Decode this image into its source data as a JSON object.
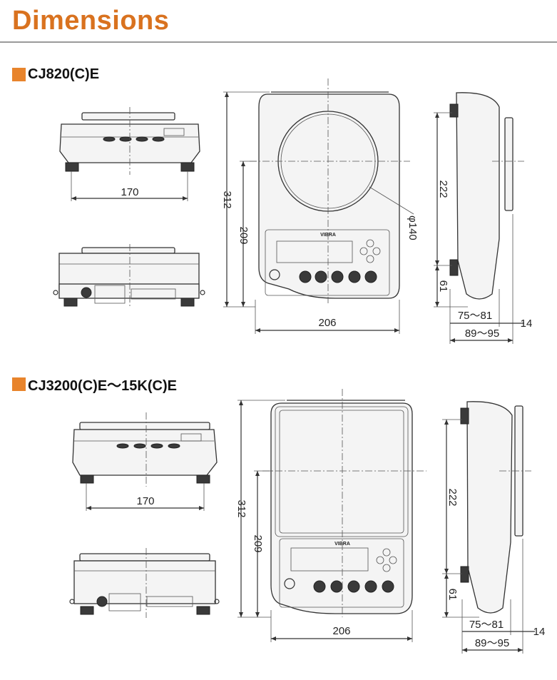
{
  "page": {
    "title": "Dimensions",
    "accent_color": "#d9721f",
    "rule_color": "#9a9a9a"
  },
  "sections": [
    {
      "heading": "CJ820(C)E",
      "brand_label": "VIBRA",
      "dimensions": {
        "front_width": "170",
        "top_depth": "312",
        "top_depth_inner": "209",
        "top_width": "206",
        "pan_diameter": "φ140",
        "side_height_upper": "222",
        "side_height_lower": "61",
        "side_width_a": "75～81",
        "side_width_b": "89～95",
        "side_offset": "14"
      }
    },
    {
      "heading": "CJ3200(C)E～15K(C)E",
      "brand_label": "VIBRA",
      "dimensions": {
        "front_width": "170",
        "top_depth": "312",
        "top_depth_inner": "209",
        "top_width": "206",
        "side_height_upper": "222",
        "side_height_lower": "61",
        "side_width_a": "75～81",
        "side_width_b": "89～95",
        "side_offset": "14"
      }
    }
  ]
}
